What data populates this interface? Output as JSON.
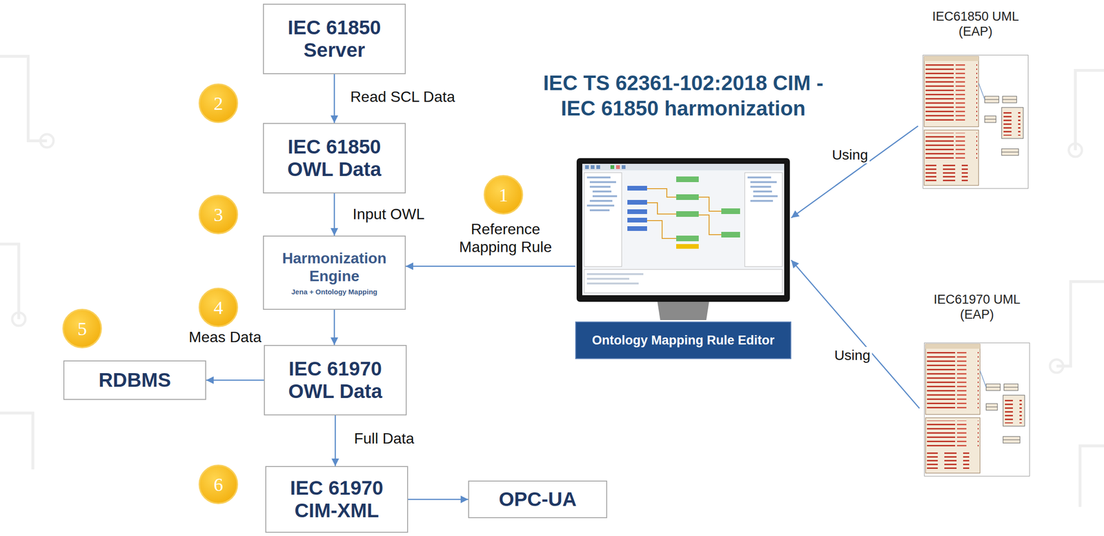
{
  "diagram": {
    "title": "IEC TS 62361-102:2018 CIM - IEC 61850 harmonization",
    "nodes": [
      {
        "text": [
          "IEC 61850 Server"
        ]
      },
      {
        "text": [
          "IEC 61850 OWL Data"
        ]
      },
      {
        "text": [
          "Harmonization Engine",
          "Jena + Ontology Mapping"
        ]
      },
      {
        "text": [
          "IEC 61970 OWL Data"
        ]
      },
      {
        "text": [
          "RDBMS"
        ]
      },
      {
        "text": [
          "IEC 61970 CIM-XML"
        ]
      },
      {
        "text": [
          "OPC-UA"
        ]
      },
      {
        "text": [
          "Ontology Mapping Rule Editor"
        ]
      },
      {
        "text": [
          "IEC61850 UML (EAP)"
        ]
      },
      {
        "text": [
          "IEC61970 UML (EAP)"
        ]
      }
    ],
    "edges": [
      {
        "from": 0,
        "to": 1,
        "arrow": "to",
        "label": "Read SCL Data"
      },
      {
        "from": 1,
        "to": 2,
        "arrow": "to",
        "label": "Input OWL"
      },
      {
        "from": 7,
        "to": 2,
        "arrow": "to",
        "label": "Reference Mapping Rule"
      },
      {
        "from": 2,
        "to": 3,
        "arrow": "to"
      },
      {
        "from": 3,
        "to": 4,
        "arrow": "to",
        "label": "Meas Data"
      },
      {
        "from": 3,
        "to": 5,
        "arrow": "to",
        "label": "Full Data"
      },
      {
        "from": 5,
        "to": 6,
        "arrow": "to"
      },
      {
        "from": 8,
        "to": 7,
        "arrow": "to",
        "label": "Using"
      },
      {
        "from": 9,
        "to": 7,
        "arrow": "to",
        "label": "Using"
      }
    ],
    "labels": [
      "1",
      "2",
      "3",
      "4",
      "5",
      "6"
    ]
  }
}
